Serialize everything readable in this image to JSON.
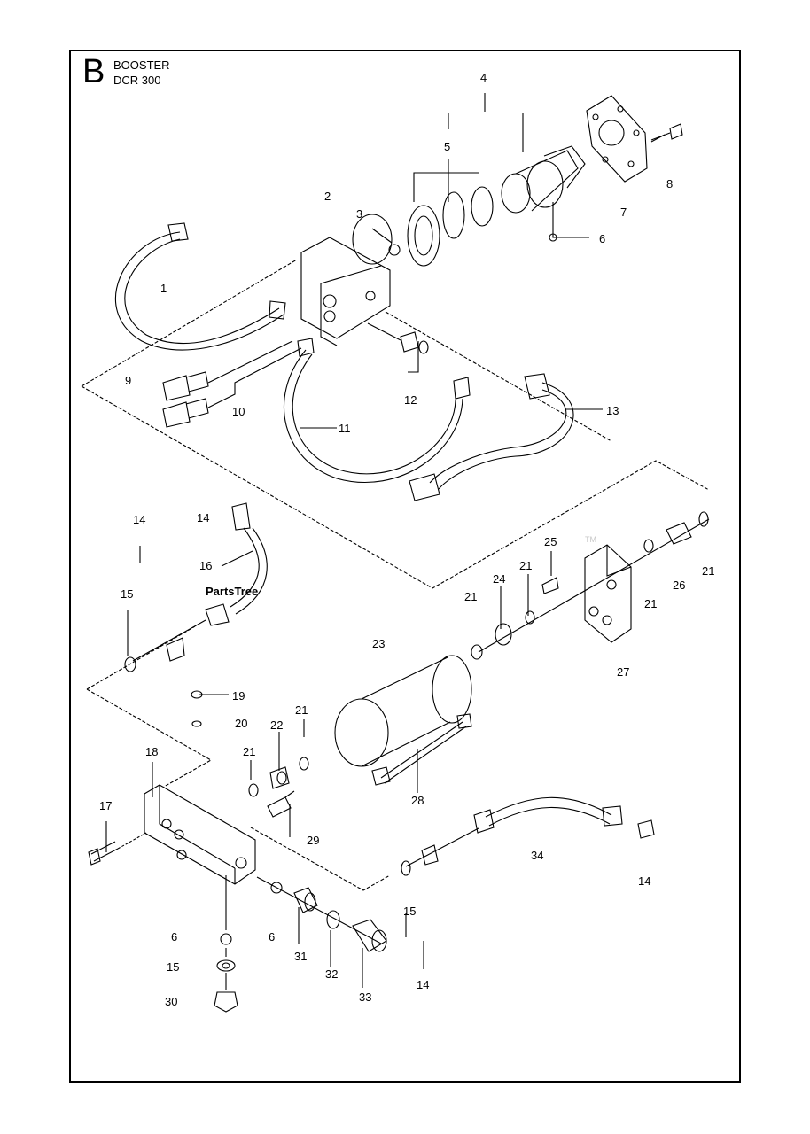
{
  "header": {
    "section_letter": "B",
    "title_line1": "BOOSTER",
    "title_line2": "DCR 300"
  },
  "watermark": {
    "text": "PartsTree",
    "tm": "TM"
  },
  "colors": {
    "ink": "#000000",
    "watermark": "#d6d6d6",
    "background": "#ffffff"
  },
  "callouts": [
    "4",
    "5",
    "2",
    "3",
    "8",
    "7",
    "6",
    "1",
    "9",
    "12",
    "10",
    "11",
    "13",
    "14",
    "14",
    "16",
    "15",
    "25",
    "21",
    "21",
    "24",
    "21",
    "26",
    "21",
    "23",
    "27",
    "19",
    "21",
    "20",
    "22",
    "21",
    "18",
    "28",
    "17",
    "29",
    "34",
    "14",
    "15",
    "6",
    "6",
    "31",
    "32",
    "33",
    "14",
    "15",
    "30"
  ]
}
